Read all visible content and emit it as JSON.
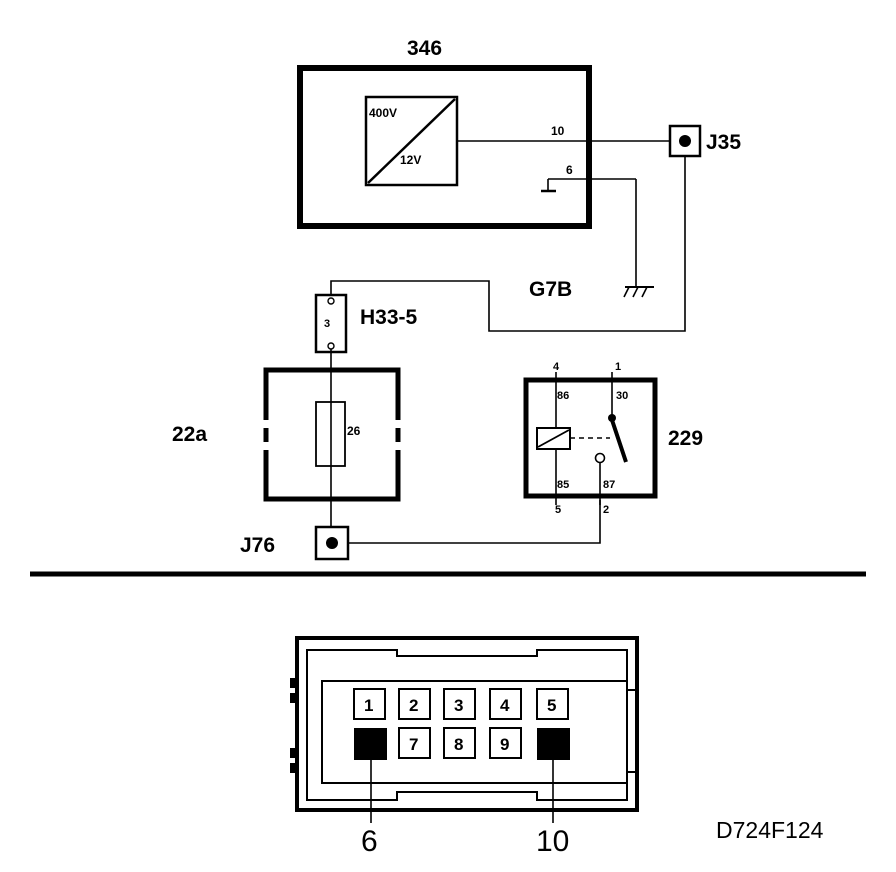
{
  "components": {
    "converter": {
      "id": "346",
      "input_voltage": "400V",
      "output_voltage": "12V",
      "pin_out": "10",
      "pin_ground": "6"
    },
    "connector_j35": {
      "id": "J35"
    },
    "ground_point": {
      "id": "G7B"
    },
    "connector_h33": {
      "id": "H33-5",
      "pin": "3"
    },
    "fusebox": {
      "id": "22a",
      "fuse": "26"
    },
    "connector_j76": {
      "id": "J76"
    },
    "relay": {
      "id": "229",
      "pin_86_pos": "4",
      "pin_30_pos": "1",
      "pin_85_pos": "5",
      "pin_87_pos": "2",
      "term_86": "86",
      "term_30": "30",
      "term_85": "85",
      "term_87": "87"
    }
  },
  "connector_view": {
    "pins_top": [
      "1",
      "2",
      "3",
      "4",
      "5"
    ],
    "pins_bottom": [
      "7",
      "8",
      "9"
    ],
    "callout_left": "6",
    "callout_right": "10"
  },
  "diagram_code": "D724F124"
}
